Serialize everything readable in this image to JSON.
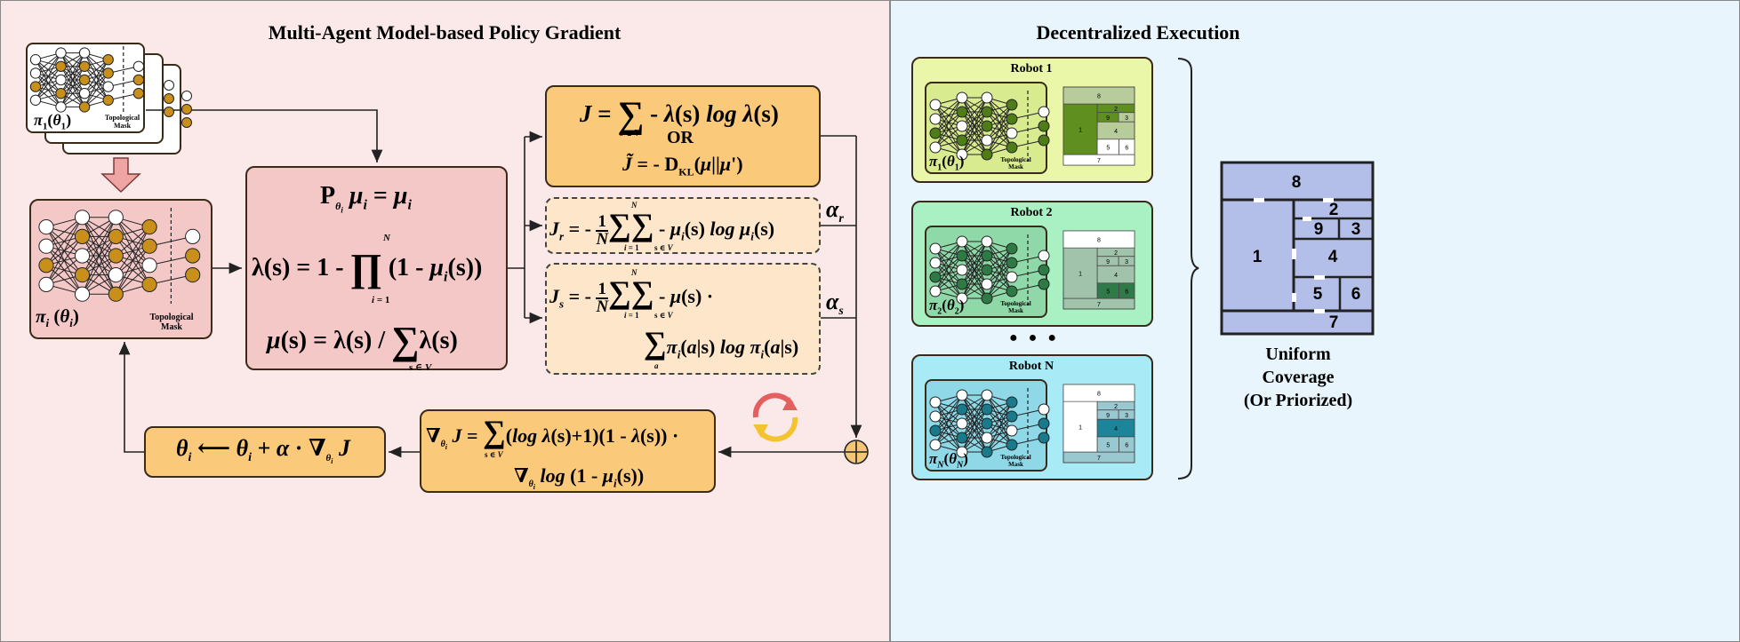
{
  "left_panel": {
    "title": "Multi-Agent Model-based Policy Gradient",
    "bg": "#fbe9e9"
  },
  "right_panel": {
    "title": "Decentralized Execution",
    "bg": "#e8f5fd"
  },
  "labels": {
    "topological_mask": "Topological Mask",
    "pi1": "π₁(θ₁)",
    "pi2": "π₂(θ₂)",
    "piN": "π_N(θ_N)",
    "pii": "π_i(θ_i)"
  },
  "equations": {
    "center_1": "P_θi μ_i = μ_i",
    "center_2": "λ(s) = 1 - ∏_{i=1}^{N} (1 - μ_i(s))",
    "center_3": "μ(s) = λ(s) / Σ_{s∈V} λ(s)",
    "J": "J = Σ_{s∈V} - λ(s) log λ(s)",
    "or": "OR",
    "J_tilde": "J̃ = - D_KL(μ||μ')",
    "Jr": "J_r = - (1/N) Σ_{i=1}^{N} Σ_{s∈V} - μ_i(s) log μ_i(s)",
    "Js_1": "J_s = - (1/N) Σ_{i=1}^{N} Σ_{s∈V} - μ(s) ·",
    "Js_2": "Σ_a π_i(a|s) log π_i(a|s)",
    "alpha_r": "α_r",
    "alpha_s": "α_s",
    "grad_1": "∇_θi J = Σ_{s∈V} (log λ(s)+1)(1 - λ(s)) ·",
    "grad_2": "∇_θi log (1 - μ_i(s))",
    "update": "θ_i ← θ_i + α · ∇_θi J"
  },
  "robots": [
    {
      "title": "Robot 1",
      "policy": "π₁(θ₁)",
      "bg": "#eaf7a8",
      "node": "#4e7d18",
      "map": "#5f8f1e"
    },
    {
      "title": "Robot 2",
      "policy": "π₂(θ₂)",
      "bg": "#a9f0c3",
      "node": "#2d7a45",
      "map": "#2f7a48"
    },
    {
      "title": "Robot N",
      "policy": "π_N(θ_N)",
      "bg": "#a8ebf7",
      "node": "#1a7a8c",
      "map": "#1d8599"
    }
  ],
  "ellipsis": "● ● ●",
  "map_rooms": [
    "8",
    "2",
    "9",
    "3",
    "1",
    "4",
    "5",
    "6",
    "7"
  ],
  "coverage_label": "Uniform Coverage (Or Priorized)",
  "coverage_lines": [
    "Uniform",
    "Coverage",
    "(Or Priorized)"
  ]
}
